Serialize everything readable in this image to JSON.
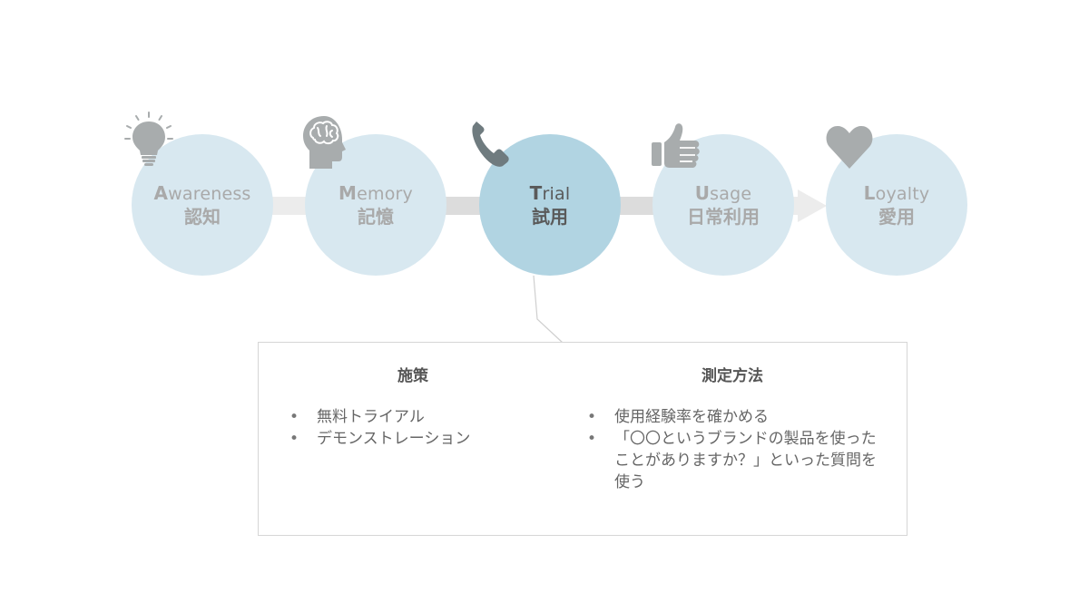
{
  "stages": [
    {
      "initial": "A",
      "rest": "wareness",
      "ja": "認知",
      "icon": "lightbulb-icon"
    },
    {
      "initial": "M",
      "rest": "emory",
      "ja": "記憶",
      "icon": "brain-head-icon"
    },
    {
      "initial": "T",
      "rest": "rial",
      "ja": "試用",
      "icon": "phone-icon"
    },
    {
      "initial": "U",
      "rest": "sage",
      "ja": "日常利用",
      "icon": "thumbs-up-icon"
    },
    {
      "initial": "L",
      "rest": "oyalty",
      "ja": "愛用",
      "icon": "heart-icon"
    }
  ],
  "active_stage": "Trial",
  "panel": {
    "measures": {
      "title": "施策",
      "items": [
        "無料トライアル",
        "デモンストレーション"
      ]
    },
    "methods": {
      "title": "測定方法",
      "items": [
        "使用経験率を確かめる",
        "「〇〇というブランドの製品を使ったことがありますか？」といった質問を使う"
      ]
    }
  },
  "colors": {
    "stage_fill": "#d8e8f0",
    "active_fill": "#b1d4e2",
    "stage_text": "#a9a9a9",
    "active_text": "#5a5a5a",
    "icon_gray": "#a8acad",
    "phone_color": "#6f7b7f",
    "arrow_light": "#ececec",
    "arrow_dark": "#dcdcdc"
  }
}
